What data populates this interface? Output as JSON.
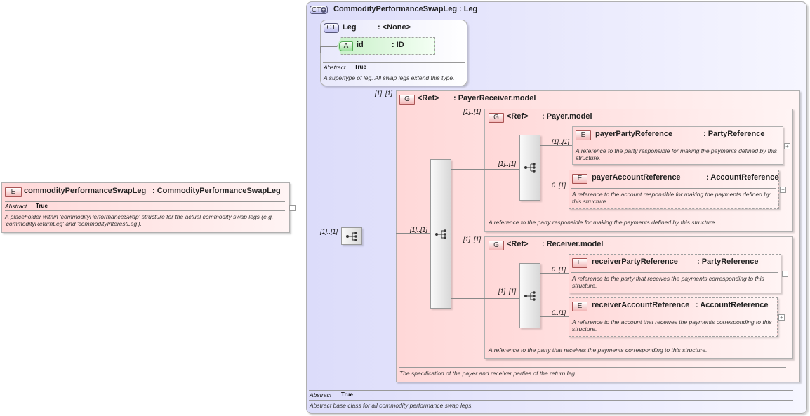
{
  "root": {
    "badge": "E",
    "name": "commodityPerformanceSwapLeg",
    "type": ": CommodityPerformanceSwapLeg",
    "abstract_label": "Abstract",
    "abstract_value": "True",
    "description": "A placeholder within 'commodityPerformanceSwap' structure for the actual commodity swap legs (e.g. 'commodityReturnLeg' and 'commodityInterestLeg').",
    "collapse": "−"
  },
  "complex_type": {
    "badge": "CT",
    "name": "CommodityPerformanceSwapLeg",
    "type": ": Leg",
    "abstract_label": "Abstract",
    "abstract_value": "True",
    "description": "Abstract base class for all commodity performance swap legs.",
    "base": {
      "badge": "CT",
      "name": "Leg",
      "type": ": <None>",
      "abstract_label": "Abstract",
      "abstract_value": "True",
      "description": "A supertype of leg. All swap legs extend this type.",
      "attribute": {
        "badge": "A",
        "name": "id",
        "type": ": ID"
      }
    },
    "sequence_cardinality": "[1]..[1]"
  },
  "payer_receiver": {
    "badge": "G",
    "ref": "<Ref>",
    "name": ": PayerReceiver.model",
    "cardinality": "[1]..[1]",
    "sequence_cardinality": "[1]..[1]",
    "description": "The specification of the payer and receiver parties of the return leg."
  },
  "payer": {
    "badge": "G",
    "ref": "<Ref>",
    "name": ": Payer.model",
    "cardinality": "[1]..[1]",
    "sequence_cardinality": "[1]..[1]",
    "description": "A reference to the party responsible for making the payments defined by this structure.",
    "elements": [
      {
        "badge": "E",
        "name": "payerPartyReference",
        "type": ": PartyReference",
        "cardinality": "[1]..[1]",
        "description": "A reference to the party responsible for making the payments defined by this structure.",
        "expand": "+"
      },
      {
        "badge": "E",
        "name": "payerAccountReference",
        "type": ": AccountReference",
        "cardinality": "0..[1]",
        "description": "A reference to the account responsible for making the payments defined by this structure.",
        "expand": "+"
      }
    ]
  },
  "receiver": {
    "badge": "G",
    "ref": "<Ref>",
    "name": ": Receiver.model",
    "cardinality": "[1]..[1]",
    "sequence_cardinality": "[1]..[1]",
    "description": "A reference to the party that receives the payments corresponding to this structure.",
    "elements": [
      {
        "badge": "E",
        "name": "receiverPartyReference",
        "type": ": PartyReference",
        "cardinality": "0..[1]",
        "description": "A reference to the party that receives the payments corresponding to this structure.",
        "expand": "+"
      },
      {
        "badge": "E",
        "name": "receiverAccountReference",
        "type": ": AccountReference",
        "cardinality": "0..[1]",
        "description": "A reference to the account that receives the payments corresponding to this structure.",
        "expand": "+"
      }
    ]
  }
}
